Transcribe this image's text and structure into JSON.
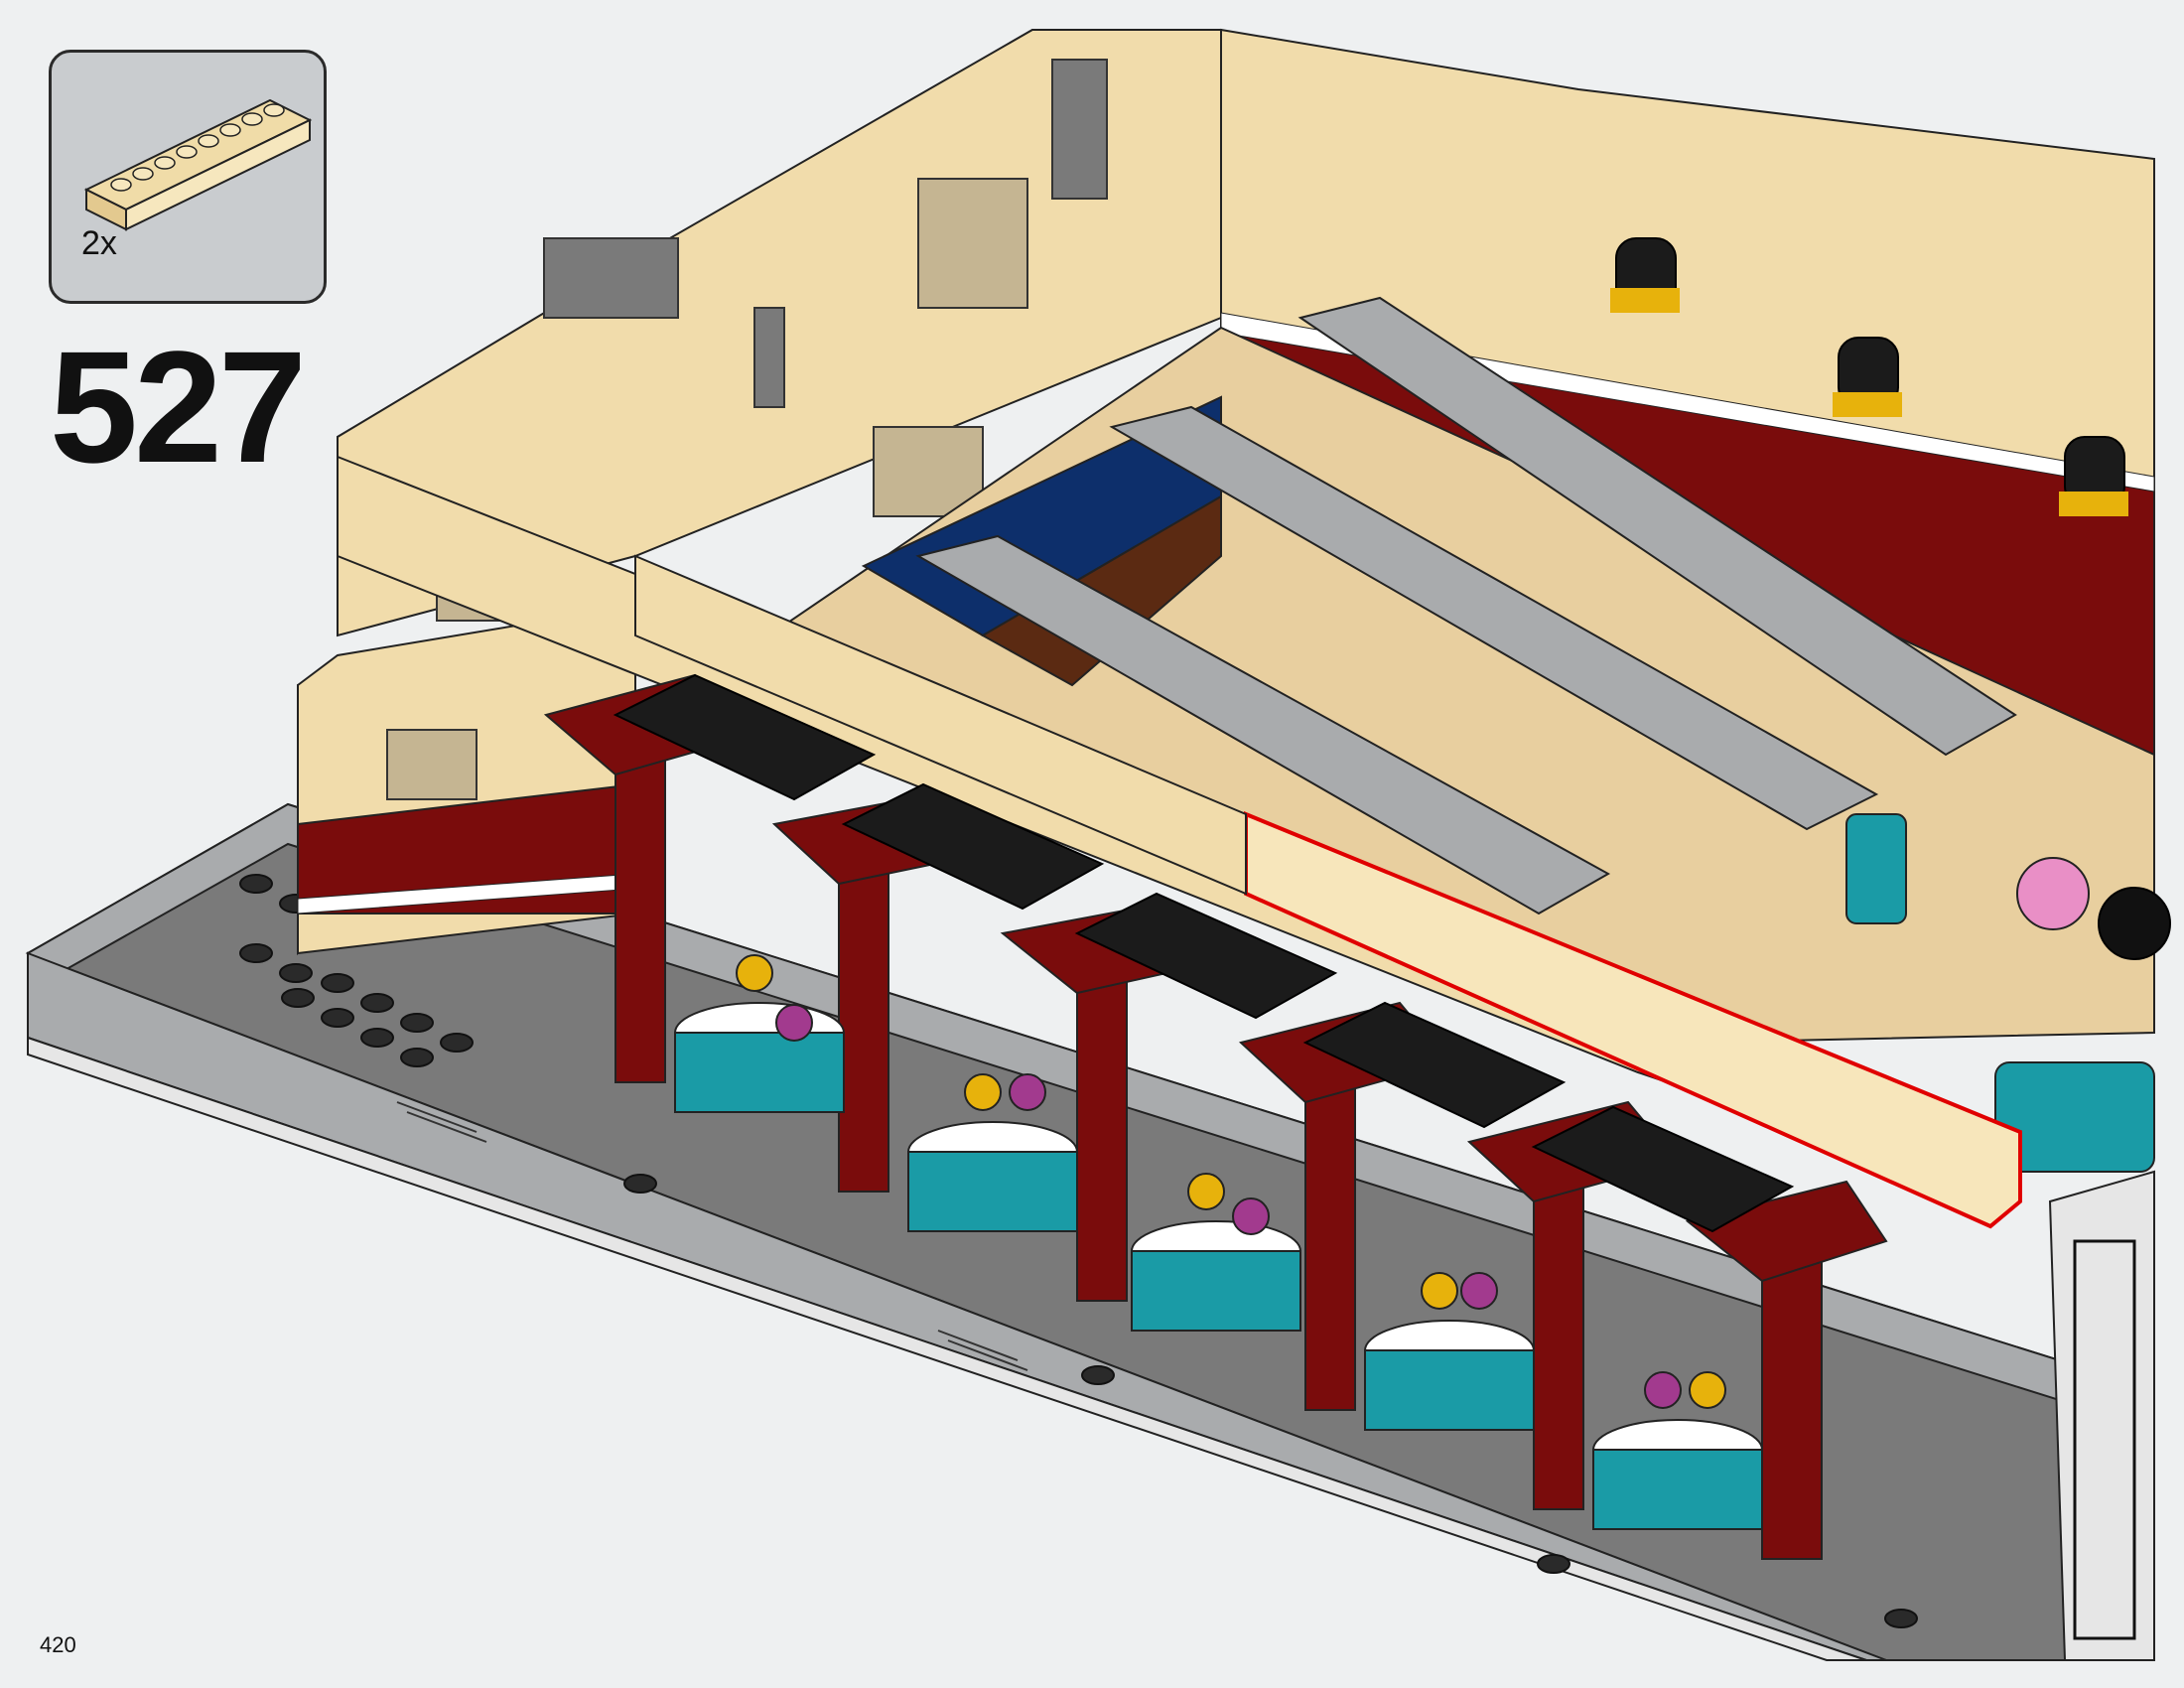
{
  "parts_callout": {
    "quantity": "2x",
    "part": "tan-1x8-brick-icon",
    "part_color": "#f0dca8"
  },
  "step": {
    "number": "527"
  },
  "page": {
    "number": "420"
  },
  "model": {
    "illustration": "bowling-alley-building-icon",
    "colors": {
      "tan": "#f1dcab",
      "dark_tan": "#c5b592",
      "dark_red": "#7a0c0c",
      "teal": "#1a9ba6",
      "black": "#1b1b1b",
      "dark_gray": "#6c6c6c",
      "light_gray": "#a8aaab",
      "highlight": "#e00000"
    }
  }
}
